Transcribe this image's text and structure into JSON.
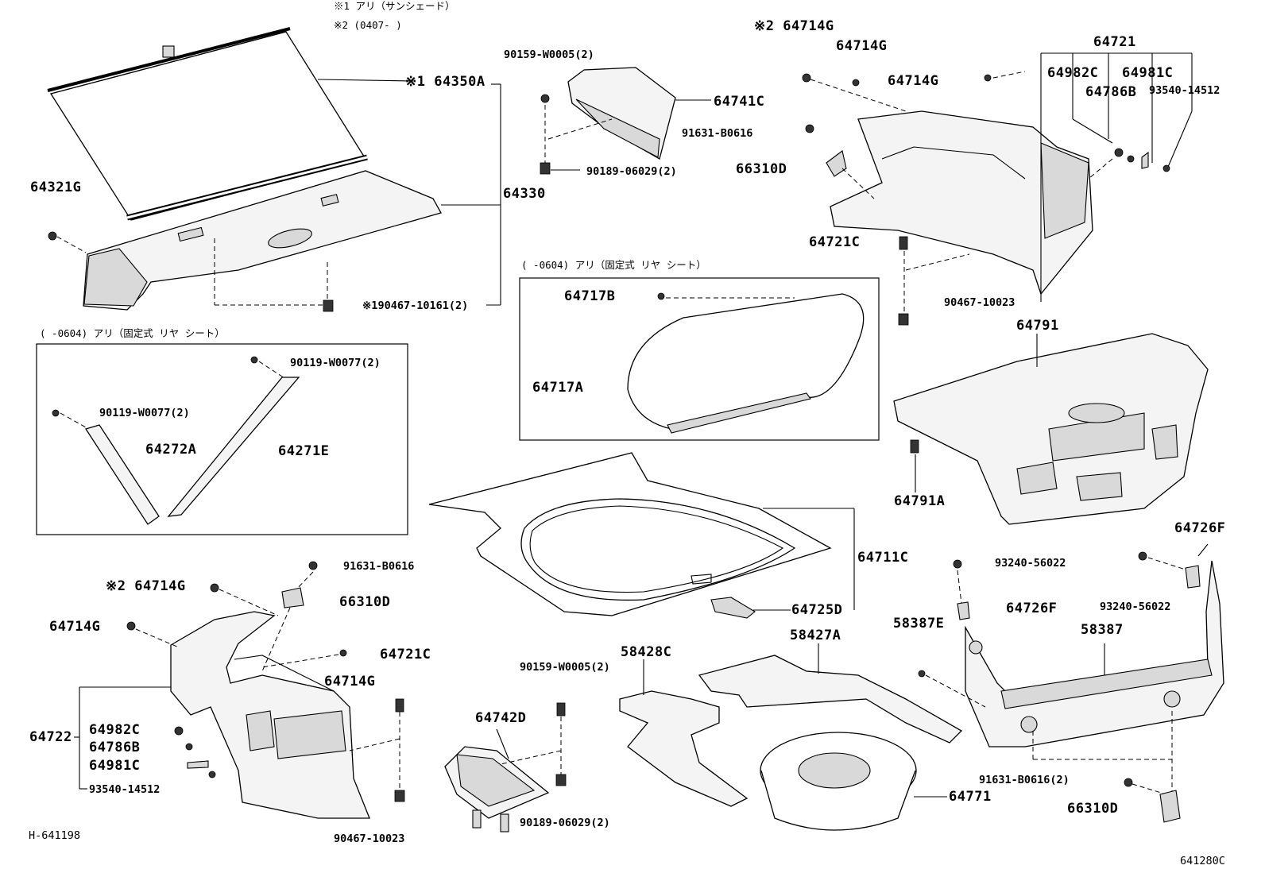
{
  "notes": {
    "n1": "※1 アリ（サンシェード）",
    "n2": "※2 (0407-      )",
    "box1": "(      -0604) アリ（固定式 リヤ シート）",
    "box2": "(      -0604) アリ（固定式 リヤ シート）"
  },
  "labels": {
    "p64350A": "※1 64350A",
    "p64330": "64330",
    "p64321G": "64321G",
    "p90467_10161": "※190467-10161(2)",
    "p90159_top": "90159-W0005(2)",
    "p64741C": "64741C",
    "p90189_top": "90189-06029(2)",
    "p64714G_a": "※2 64714G",
    "p64714G_b": "64714G",
    "p64714G_c": "64714G",
    "p91631_a": "91631-B0616",
    "p66310D_a": "66310D",
    "p64721C_a": "64721C",
    "p90467_a": "90467-10023",
    "p64721": "64721",
    "p64982C_a": "64982C",
    "p64981C_a": "64981C",
    "p64786B_a": "64786B",
    "p93540_a": "93540-14512",
    "p64717B": "64717B",
    "p64717A": "64717A",
    "p64791": "64791",
    "p64791A": "64791A",
    "p90119_a": "90119-W0077(2)",
    "p90119_b": "90119-W0077(2)",
    "p64272A": "64272A",
    "p64271E": "64271E",
    "p64711C": "64711C",
    "p64725D": "64725D",
    "p91631_b": "91631-B0616",
    "p66310D_b": "66310D",
    "p64714G_d": "※2 64714G",
    "p64714G_e": "64714G",
    "p64714G_f": "64714G",
    "p64721C_b": "64721C",
    "p64722": "64722",
    "p64982C_b": "64982C",
    "p64786B_b": "64786B",
    "p64981C_b": "64981C",
    "p93540_b": "93540-14512",
    "p90467_b": "90467-10023",
    "p90159_bot": "90159-W0005(2)",
    "p64742D": "64742D",
    "p90189_bot": "90189-06029(2)",
    "p58428C": "58428C",
    "p58427A": "58427A",
    "p64771": "64771",
    "p93240_a": "93240-56022",
    "p64726F_a": "64726F",
    "p64726F_b": "64726F",
    "p93240_b": "93240-56022",
    "p58387E": "58387E",
    "p58387": "58387",
    "p91631_c": "91631-B0616(2)",
    "p66310D_c": "66310D",
    "ref_left": "H-641198",
    "ref_right": "641280C"
  }
}
